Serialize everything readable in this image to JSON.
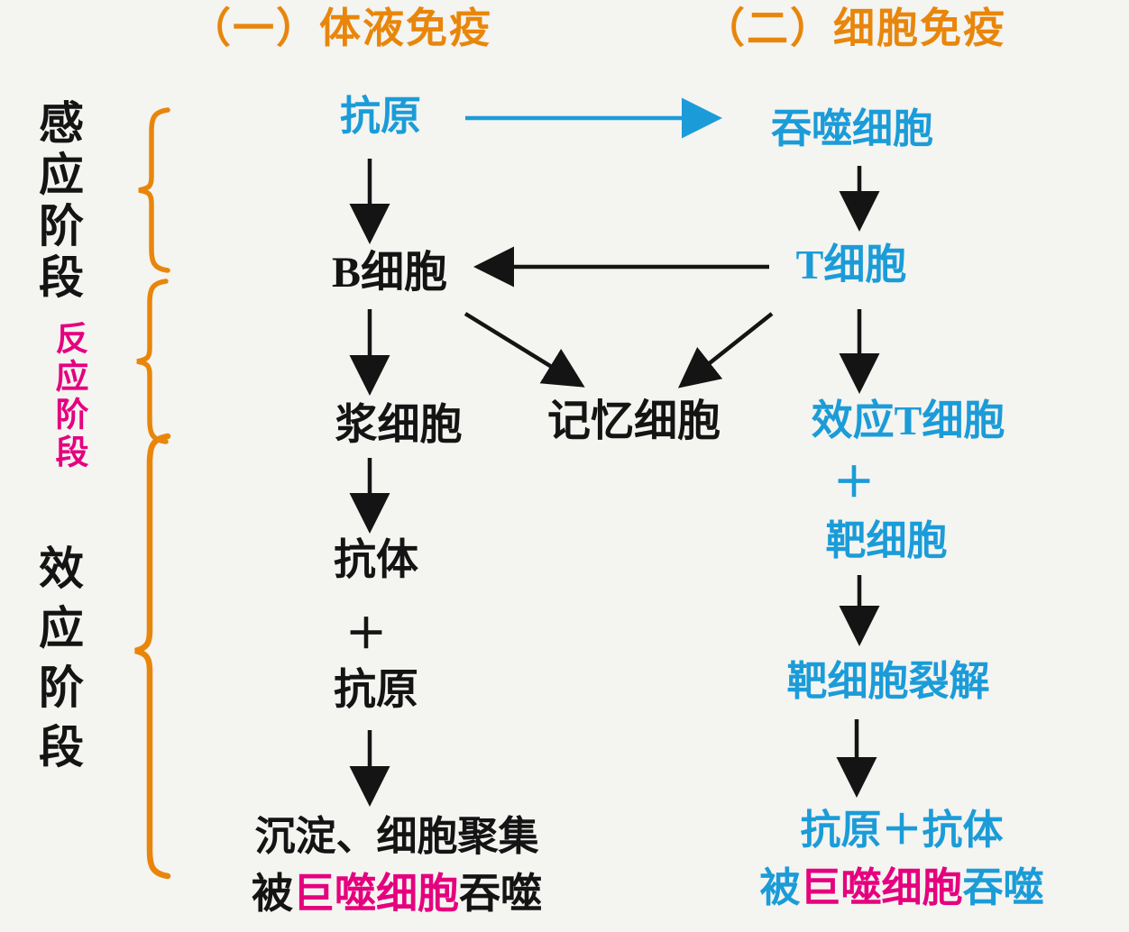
{
  "titles": {
    "humoral": "（一）体液免疫",
    "cellular": "（二）细胞免疫"
  },
  "stages": {
    "induction": "感应阶段",
    "reaction": "反应阶段",
    "effector": "效应阶段"
  },
  "nodes": {
    "antigen_top": "抗原",
    "phagocyte": "吞噬细胞",
    "b_cell": "B细胞",
    "t_cell": "T细胞",
    "plasma_cell": "浆细胞",
    "memory_cell": "记忆细胞",
    "effector_t_cell": "效应T细胞",
    "plus_cellular": "＋",
    "target_cell": "靶细胞",
    "antibody": "抗体",
    "plus_humoral": "＋",
    "antigen_mid": "抗原",
    "target_cell_lysis": "靶细胞裂解"
  },
  "outcomes": {
    "humoral_line1": "沉淀、细胞聚集",
    "humoral_line2_prefix": "被",
    "humoral_line2_macrophage": "巨噬细胞",
    "humoral_line2_suffix": "吞噬",
    "cellular_line1": "抗原＋抗体",
    "cellular_line2_prefix": "被",
    "cellular_line2_macrophage": "巨噬细胞",
    "cellular_line2_suffix": "吞噬"
  },
  "colors": {
    "title_orange": "#e8860b",
    "cellular_blue": "#1b9cd8",
    "highlight_magenta": "#e5007e",
    "text_black": "#141414",
    "background": "#f4f4f1"
  }
}
